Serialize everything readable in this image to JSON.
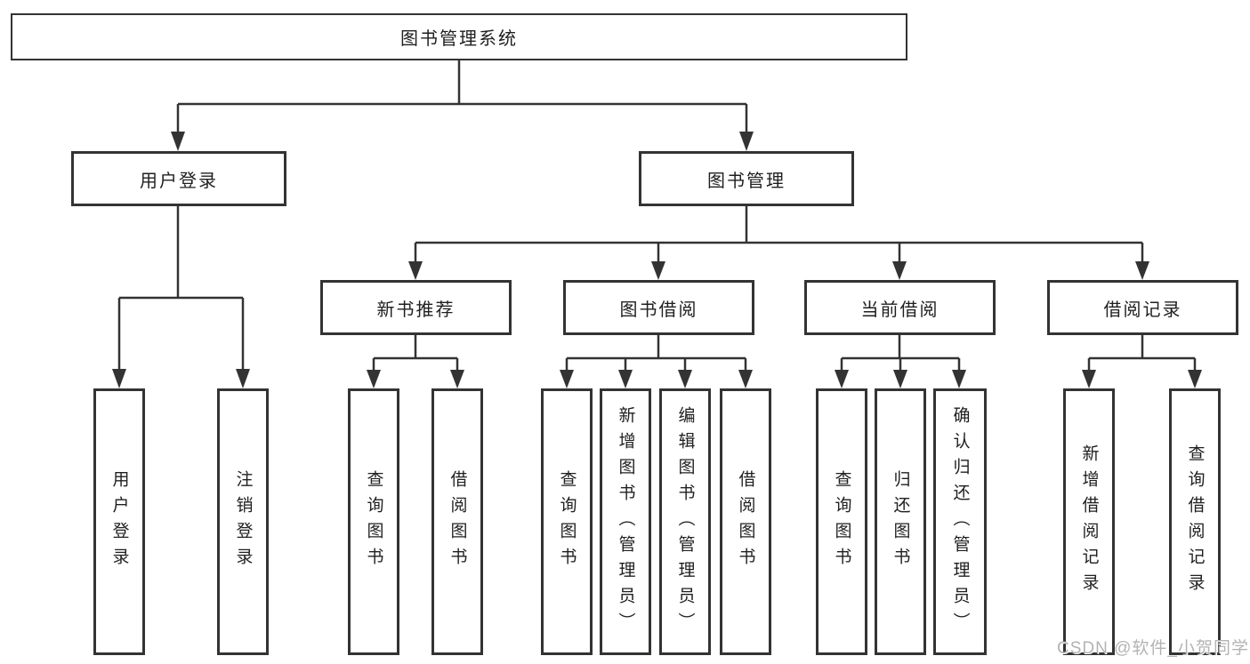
{
  "diagram": {
    "type": "tree",
    "root": {
      "label": "图书管理系统"
    },
    "level1": [
      {
        "label": "用户登录",
        "children": [
          "用户登录",
          "注销登录"
        ]
      },
      {
        "label": "图书管理",
        "children": [
          "新书推荐",
          "图书借阅",
          "当前借阅",
          "借阅记录"
        ]
      }
    ],
    "level2": [
      {
        "label": "新书推荐",
        "children": [
          "查询图书",
          "借阅图书"
        ]
      },
      {
        "label": "图书借阅",
        "children": [
          "查询图书",
          "新增图书（管理员）",
          "编辑图书（管理员）",
          "借阅图书"
        ]
      },
      {
        "label": "当前借阅",
        "children": [
          "查询图书",
          "归还图书",
          "确认归还（管理员）"
        ]
      },
      {
        "label": "借阅记录",
        "children": [
          "新增借阅记录",
          "查询借阅记录"
        ]
      }
    ],
    "leaves": [
      {
        "label": "用户登录"
      },
      {
        "label": "注销登录"
      },
      {
        "label": "查询图书"
      },
      {
        "label": "借阅图书"
      },
      {
        "label": "查询图书"
      },
      {
        "label": "新增图书（管理员）"
      },
      {
        "label": "编辑图书（管理员）"
      },
      {
        "label": "借阅图书"
      },
      {
        "label": "查询图书"
      },
      {
        "label": "归还图书"
      },
      {
        "label": "确认归还（管理员）"
      },
      {
        "label": "新增借阅记录"
      },
      {
        "label": "查询借阅记录"
      }
    ],
    "colors": {
      "line": "#333333",
      "box_border": "#333333",
      "text": "#1f1f1f",
      "watermark": "#b3b3b3",
      "background": "#ffffff"
    }
  },
  "watermark": {
    "text": "CSDN @软件_小贺同学"
  }
}
